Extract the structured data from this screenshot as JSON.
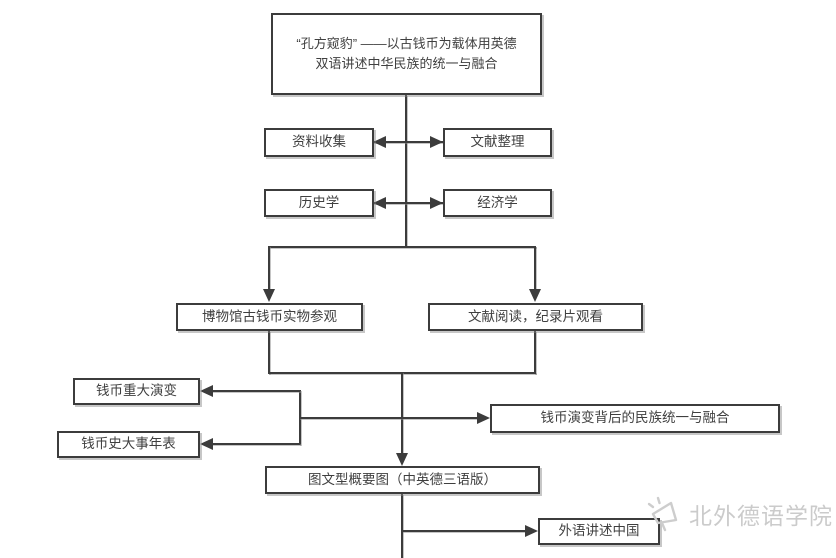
{
  "diagram": {
    "title_box": {
      "line1": "“孔方窥豹” ——以古钱币为载体用英德",
      "line2": "双语讲述中华民族的统一与融合"
    },
    "pair_rows": {
      "row1_left": "资料收集",
      "row1_right": "文献整理",
      "row2_left": "历史学",
      "row2_right": "经济学"
    },
    "activity_boxes": {
      "museum": "博物馆古钱币实物参观",
      "reading": "文献阅读，纪录片观看"
    },
    "output_boxes": {
      "evolution": "钱币重大演变",
      "chronicle": "钱币史大事年表",
      "unity": "钱币演变背后的民族统一与融合",
      "summary": "图文型概要图（中英德三语版）",
      "foreign": "外语讲述中国"
    }
  },
  "watermark": {
    "icon": "megaphone-icon",
    "text": "北外德语学院"
  },
  "colors": {
    "line": "#3c3c3c",
    "box_border": "#3c3c3c",
    "text": "#3f3f3f",
    "watermark": "#cbcbcb",
    "background": "#ffffff"
  }
}
